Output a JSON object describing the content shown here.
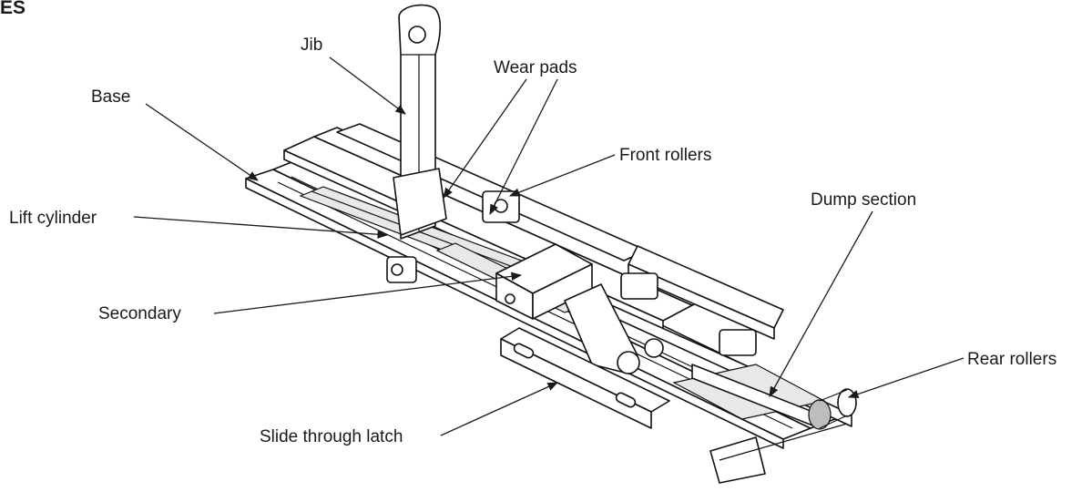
{
  "header": {
    "fragment": "ES"
  },
  "callouts": {
    "jib": "Jib",
    "wear_pads": "Wear pads",
    "base": "Base",
    "front_rollers": "Front rollers",
    "lift_cylinder": "Lift cylinder",
    "dump_section": "Dump section",
    "secondary": "Secondary",
    "rear_rollers": "Rear rollers",
    "slide_through_latch": "Slide through latch"
  }
}
